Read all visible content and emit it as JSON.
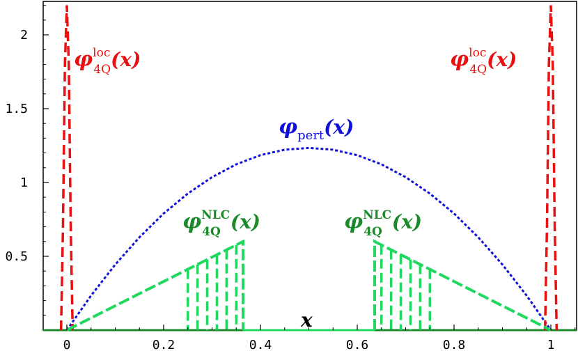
{
  "chart_data": {
    "type": "line",
    "title": "",
    "xlabel": "x",
    "ylabel": "",
    "xlim": [
      -0.05,
      1.05
    ],
    "ylim": [
      0,
      2.2
    ],
    "grid": false,
    "x_ticks": [
      {
        "value": 0,
        "label": "0"
      },
      {
        "value": 0.2,
        "label": "0.2"
      },
      {
        "value": 0.4,
        "label": "0.4"
      },
      {
        "value": 0.6,
        "label": "0.6"
      },
      {
        "value": 0.8,
        "label": "0.8"
      },
      {
        "value": 1,
        "label": "1"
      }
    ],
    "y_ticks": [
      {
        "value": 0.5,
        "label": "0.5"
      },
      {
        "value": 1,
        "label": "1"
      },
      {
        "value": 1.5,
        "label": "1.5"
      },
      {
        "value": 2,
        "label": "2"
      }
    ],
    "series": [
      {
        "name": "φ_pert(x)",
        "label_main": "φ",
        "label_sub": "pert",
        "label_arg": "(x)",
        "color": "#1010d8",
        "style": "dotted",
        "x": [
          0,
          0.05,
          0.1,
          0.15,
          0.2,
          0.25,
          0.3,
          0.35,
          0.4,
          0.45,
          0.5,
          0.55,
          0.6,
          0.65,
          0.7,
          0.75,
          0.8,
          0.85,
          0.9,
          0.95,
          1
        ],
        "y": [
          0,
          0.234,
          0.444,
          0.629,
          0.79,
          0.925,
          1.036,
          1.123,
          1.185,
          1.222,
          1.234,
          1.222,
          1.185,
          1.123,
          1.036,
          0.925,
          0.79,
          0.629,
          0.444,
          0.234,
          0
        ]
      },
      {
        "name": "φ_4Q^loc(x)",
        "label_main": "φ",
        "label_sub": "4Q",
        "label_sup": "loc",
        "label_arg": "(x)",
        "color": "#e81010",
        "style": "dashed",
        "x": [
          -0.012,
          -0.008,
          -0.004,
          0,
          0.004,
          0.008,
          0.012,
          0.988,
          0.992,
          0.996,
          1,
          1.004,
          1.008,
          1.012
        ],
        "y": [
          0,
          0.7,
          1.8,
          2.2,
          1.8,
          0.7,
          0,
          0,
          0.7,
          1.8,
          2.2,
          1.8,
          0.7,
          0
        ]
      },
      {
        "name": "φ_4Q^NLC(x)",
        "label_main": "φ",
        "label_sub": "4Q",
        "label_sup": "NLC",
        "label_arg": "(x)",
        "color": "#20d860",
        "style": "dashed",
        "x": [
          0,
          0.364,
          0.364,
          0.636,
          0.636,
          1
        ],
        "y": [
          0,
          0.6,
          0,
          0,
          0.6,
          0
        ]
      }
    ],
    "nlc_inner_drops": {
      "left_x": [
        0.25,
        0.27,
        0.29,
        0.31,
        0.33,
        0.35
      ],
      "right_x": [
        0.65,
        0.67,
        0.69,
        0.71,
        0.73,
        0.75
      ]
    },
    "axis_label_text": "x"
  }
}
